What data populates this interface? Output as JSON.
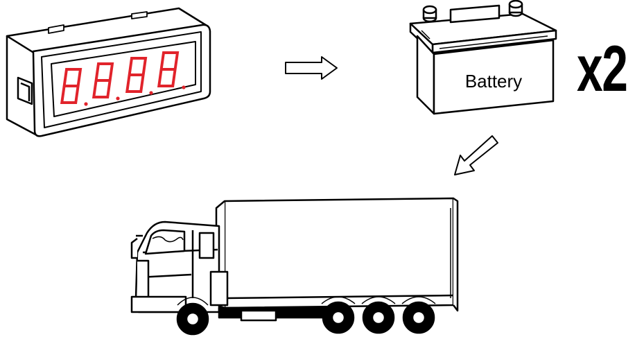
{
  "panel_meter": {
    "reading": "8.8.8.8.",
    "display_color": "#e1232b"
  },
  "battery": {
    "label": "Battery"
  },
  "multiplier": {
    "text": "x2"
  },
  "icons": [
    "panel-meter-icon",
    "right-arrow-icon",
    "battery-icon",
    "down-left-arrow-icon",
    "truck-icon"
  ]
}
